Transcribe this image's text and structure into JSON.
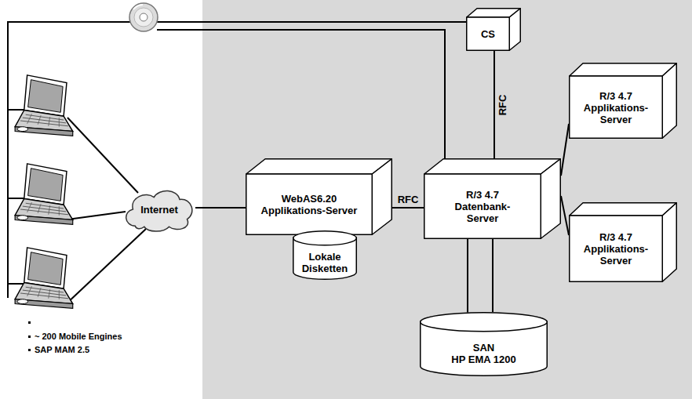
{
  "diagram": {
    "nodes": [
      {
        "text": [
          "CS"
        ]
      },
      {
        "text": [
          "Internet"
        ]
      },
      {
        "text": [
          "WebAS6.20 Applikations-Server"
        ]
      },
      {
        "text": [
          "Lokale Disketten"
        ]
      },
      {
        "text": [
          "R/3 4.7 Datenbank-Server"
        ]
      },
      {
        "text": [
          "R/3 4.7 Applikations-Server"
        ]
      },
      {
        "text": [
          "R/3 4.7 Applikations-Server"
        ]
      },
      {
        "text": [
          "SAN",
          "HP EMA 1200"
        ]
      }
    ],
    "edges": [
      {
        "from": 1,
        "to": 2,
        "arrow": "none"
      },
      {
        "from": 2,
        "to": 4,
        "label": "RFC",
        "arrow": "none"
      },
      {
        "from": 0,
        "to": 4,
        "label": "RFC",
        "arrow": "none"
      },
      {
        "from": 4,
        "to": 5,
        "arrow": "none"
      },
      {
        "from": 4,
        "to": 6,
        "arrow": "none"
      },
      {
        "from": 4,
        "to": 7,
        "arrow": "none"
      }
    ],
    "labels": [
      "~ 200 Mobile Engines",
      "SAP MAM 2.5"
    ]
  }
}
